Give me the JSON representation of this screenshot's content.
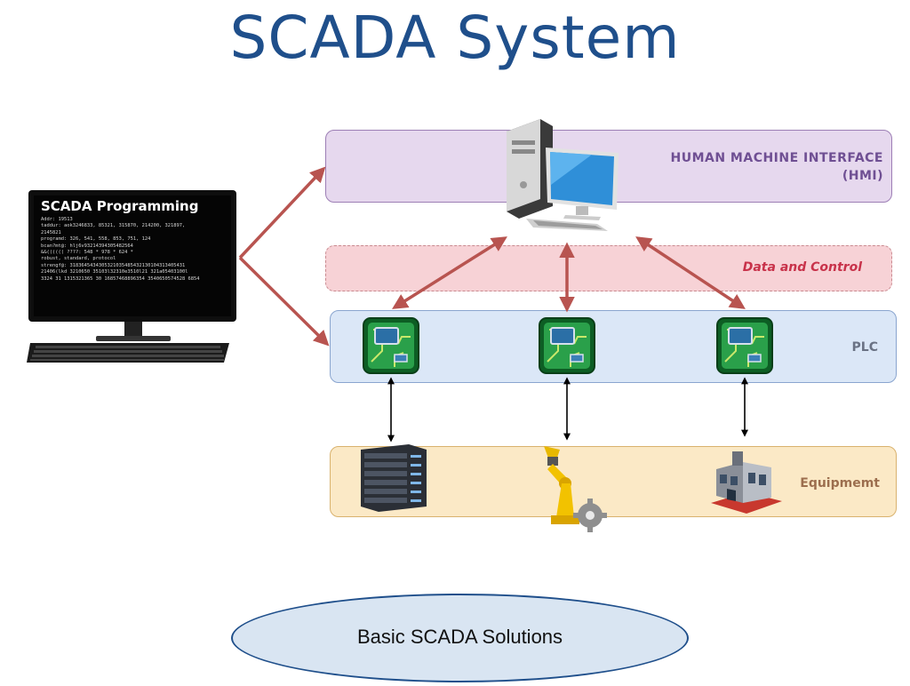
{
  "title": "SCADA System",
  "layers": {
    "hmi": {
      "line1": "HUMAN MACHINE INTERFACE",
      "line2": "(HMI)"
    },
    "data_control": "Data and Control",
    "plc": "PLC",
    "equipment": "Equipmemt"
  },
  "programming_screen": {
    "title": "SCADA Programming",
    "lines": [
      "Addr: 19513",
      "taddur: aok3246833, 85321, 315870, 214200, 321897,",
      "2145821",
      "programd: 326, 541, 558, 853, 751, 124",
      "bcan?mt@: hlj6v93214394305482564",
      "&&(((((( ????: 548 * 978 * 624 *",
      "robust, standard, protocol",
      "strengf@: 3183645434305321035485432130104313405431",
      "21406(lkd 3210650 35103l32310e3510l21 321a05403100l",
      "3324 31 1315321365 30 16857468896354 3540650574528 6854"
    ]
  },
  "caption": "Basic SCADA Solutions",
  "colors": {
    "title": "#1f4f8b",
    "arrow_red": "#b85450",
    "arrow_black": "#000000",
    "hmi_band": "#e6d8ee",
    "data_band": "#f7d2d6",
    "plc_band": "#dbe7f7",
    "equipment_band": "#fbe9c6",
    "chip_green": "#1e8a3c"
  }
}
